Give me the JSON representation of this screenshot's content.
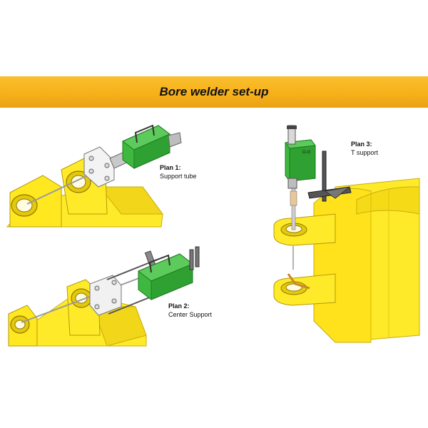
{
  "banner": {
    "title": "Bore welder set-up",
    "color": "#F7B21C"
  },
  "plans": [
    {
      "heading": "Plan 1:",
      "caption": "Support tube"
    },
    {
      "heading": "Plan 2:",
      "caption": "Center Support"
    },
    {
      "heading": "Plan 3:",
      "caption": "T support"
    }
  ],
  "device": {
    "marking": "O-G"
  },
  "colors": {
    "yellow": "#FFEA2A",
    "yellow_shade": "#E7CE10",
    "green": "#3EB83E",
    "green_dark": "#1F7A22",
    "steel": "#B9B9B9"
  }
}
